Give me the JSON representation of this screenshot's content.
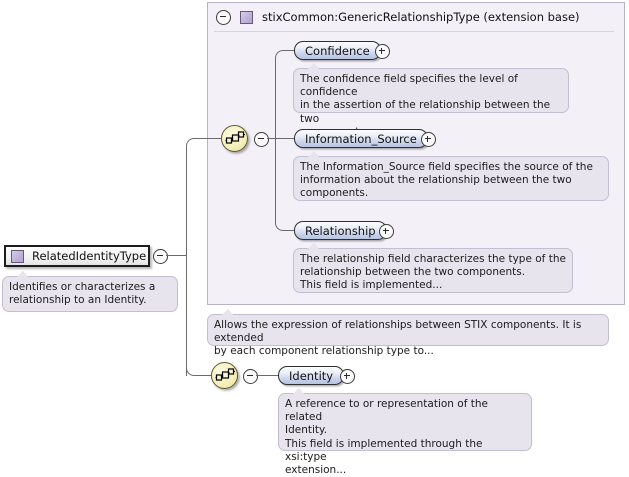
{
  "diagram": {
    "root": {
      "label": "RelatedIdentityType",
      "icon": "type-square-icon",
      "toggle": "minus",
      "annotation": [
        "Identifies or characterizes a",
        "relationship to an Identity."
      ]
    },
    "extension_base": {
      "title": "stixCommon:GenericRelationshipType (extension base)",
      "icon": "type-square-icon",
      "toggle": "minus",
      "compositor": "sequence-icon",
      "compositor_toggle": "minus",
      "elements": [
        {
          "name": "Confidence",
          "expander": "plus",
          "annotation": [
            "The confidence field specifies the level of confidence",
            "in the assertion of the relationship between the two",
            "components."
          ]
        },
        {
          "name": "Information_Source",
          "expander": "plus",
          "annotation": [
            "The Information_Source field specifies the source of the",
            "information about the relationship between the two",
            "components."
          ]
        },
        {
          "name": "Relationship",
          "expander": "plus",
          "annotation": [
            "The relationship field characterizes the type of the",
            "relationship between the two components.",
            "This field is implemented..."
          ]
        }
      ],
      "annotation": [
        "Allows the expression of relationships between STIX components. It is extended",
        "by each component relationship type to..."
      ]
    },
    "own_content": {
      "compositor": "sequence-icon",
      "compositor_toggle": "minus",
      "elements": [
        {
          "name": "Identity",
          "expander": "plus",
          "annotation": [
            "A reference to or representation of the related",
            "Identity.",
            "This field is implemented through the xsi:type",
            "extension..."
          ]
        }
      ]
    },
    "colors": {
      "container_bg": "#f3f0f8",
      "container_border": "#b9b2c6",
      "element_fill": "#c6d1e8",
      "annotation_bg": "#e7e4ee",
      "sequence_fill": "#f5efb8",
      "line": "#6b6b6b",
      "type_glyph": "#b4a4d2"
    }
  }
}
